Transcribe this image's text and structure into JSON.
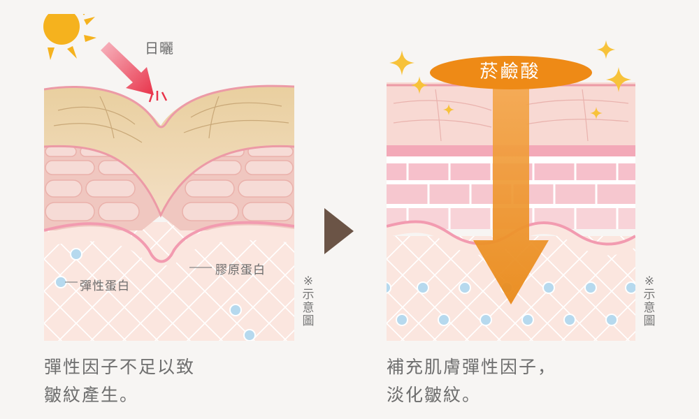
{
  "left": {
    "sun_label": "日曬",
    "collagen_label": "膠原蛋白",
    "elastin_label": "彈性蛋白",
    "note": "※示意圖",
    "caption_line1": "彈性因子不足以致",
    "caption_line2": "皺紋產生。"
  },
  "right": {
    "ingredient_label": "菸鹼酸",
    "note": "※示意圖",
    "caption_line1": "補充肌膚彈性因子，",
    "caption_line2": "淡化皺紋。"
  },
  "colors": {
    "background": "#f7f5f3",
    "arrow_brown": "#6b5446",
    "sun_yellow": "#f5b21e",
    "red_arrow": "#e8334a",
    "orange_pill": "#ee8a16",
    "skin_pink": "#f5c9c6",
    "dermis": "#fbe8e2",
    "droplet_blue": "#b6d9ee"
  }
}
